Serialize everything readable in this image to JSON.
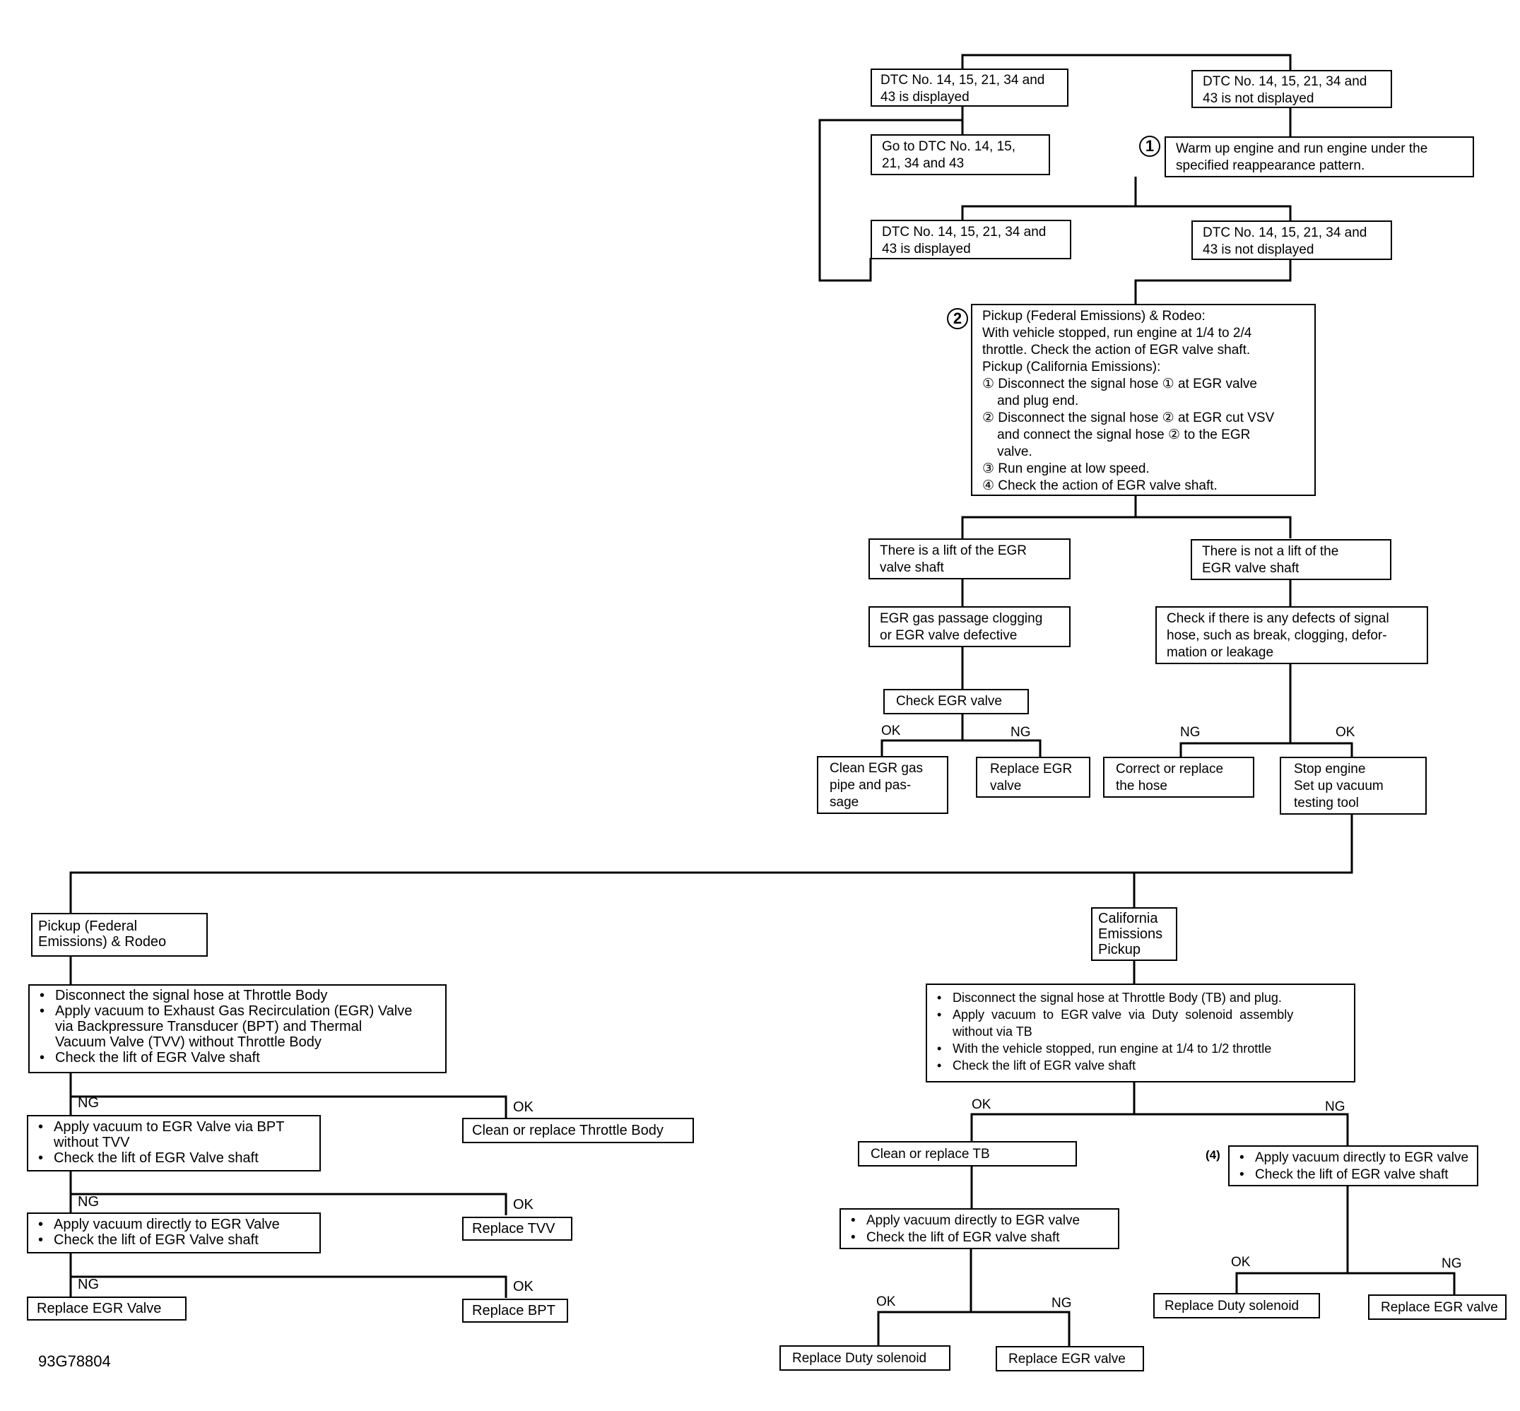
{
  "figure_id": "93G78804",
  "steps": {
    "s1": "1",
    "s2": "2",
    "s4": "(4)"
  },
  "top": {
    "a1": [
      "DTC No. 14, 15, 21, 34 and",
      "43 is displayed"
    ],
    "b1": [
      "DTC No. 14, 15, 21, 34 and",
      "43 is not displayed"
    ],
    "goto": [
      "Go to DTC No. 14, 15,",
      "21, 34 and 43"
    ],
    "warm": [
      "Warm up engine and run engine under the",
      "specified reappearance pattern."
    ],
    "a2": [
      "DTC No. 14, 15, 21, 34 and",
      "43 is displayed"
    ],
    "b2": [
      "DTC No. 14, 15, 21, 34 and",
      "43 is not displayed"
    ]
  },
  "main_check": [
    "Pickup (Federal Emissions) & Rodeo:",
    "With vehicle stopped, run engine at 1/4 to 2/4",
    "throttle. Check the action of EGR valve shaft.",
    "Pickup (California Emissions):",
    "① Disconnect the signal hose ① at EGR valve",
    "    and plug end.",
    "② Disconnect the signal hose ② at EGR cut VSV",
    "    and connect the signal hose ② to the EGR",
    "    valve.",
    "③ Run engine at low speed.",
    "④ Check the action of EGR valve shaft."
  ],
  "lift": {
    "yes": [
      "There is a lift of the EGR",
      "valve shaft"
    ],
    "no": [
      "There is not a lift of the",
      "EGR valve shaft"
    ],
    "clog": [
      "EGR gas passage clogging",
      "or EGR valve defective"
    ],
    "hose": [
      "Check if there is any defects of signal",
      "hose, such as break, clogging, defor-",
      "mation or leakage"
    ],
    "check_egr": "Check EGR valve",
    "clean": [
      "Clean EGR gas",
      "pipe and pas-",
      "sage"
    ],
    "replace": [
      "Replace EGR",
      "valve"
    ],
    "correct": [
      "Correct or replace",
      "the hose"
    ],
    "stop": [
      "Stop engine",
      "Set up vacuum",
      "testing tool"
    ]
  },
  "labels": {
    "ok": "OK",
    "ng": "NG"
  },
  "federal": {
    "title": [
      "Pickup (Federal",
      "Emissions) & Rodeo"
    ],
    "step1": {
      "bullets": [
        [
          "Disconnect the signal hose at Throttle Body"
        ],
        [
          "Apply vacuum to Exhaust Gas Recirculation (EGR) Valve",
          "via Backpressure Transducer (BPT) and Thermal",
          "Vacuum Valve (TVV) without Throttle Body"
        ],
        [
          "Check the lift of EGR Valve shaft"
        ]
      ]
    },
    "step2": {
      "bullets": [
        [
          "Apply vacuum to EGR Valve via BPT",
          "without TVV"
        ],
        [
          "Check the lift of EGR Valve shaft"
        ]
      ]
    },
    "step3": {
      "bullets": [
        [
          "Apply vacuum directly to EGR Valve"
        ],
        [
          "Check the lift of EGR Valve shaft"
        ]
      ]
    },
    "clean_tb": "Clean or replace Throttle Body",
    "replace_tvv": "Replace TVV",
    "replace_egr": "Replace EGR Valve",
    "replace_bpt": "Replace BPT"
  },
  "california": {
    "title": [
      "California",
      "Emissions",
      "Pickup"
    ],
    "step1": {
      "bullets": [
        [
          "Disconnect the signal hose at Throttle Body (TB) and plug."
        ],
        [
          "Apply  vacuum  to  EGR valve  via  Duty  solenoid  assembly",
          "without via TB"
        ],
        [
          "With the vehicle stopped, run engine at 1/4 to 1/2 throttle"
        ],
        [
          "Check the lift of EGR valve shaft"
        ]
      ]
    },
    "clean_tb": "Clean or replace TB",
    "ok_step": {
      "bullets": [
        [
          "Apply vacuum directly to EGR valve"
        ],
        [
          "Check the lift of EGR valve shaft"
        ]
      ]
    },
    "ng_step": {
      "bullets": [
        [
          "Apply vacuum directly to EGR valve"
        ],
        [
          "Check the lift of EGR valve shaft"
        ]
      ]
    },
    "replace_duty_1": "Replace Duty solenoid",
    "replace_egr_1": "Replace EGR valve",
    "replace_duty_2": "Replace Duty solenoid",
    "replace_egr_2": "Replace EGR valve"
  }
}
